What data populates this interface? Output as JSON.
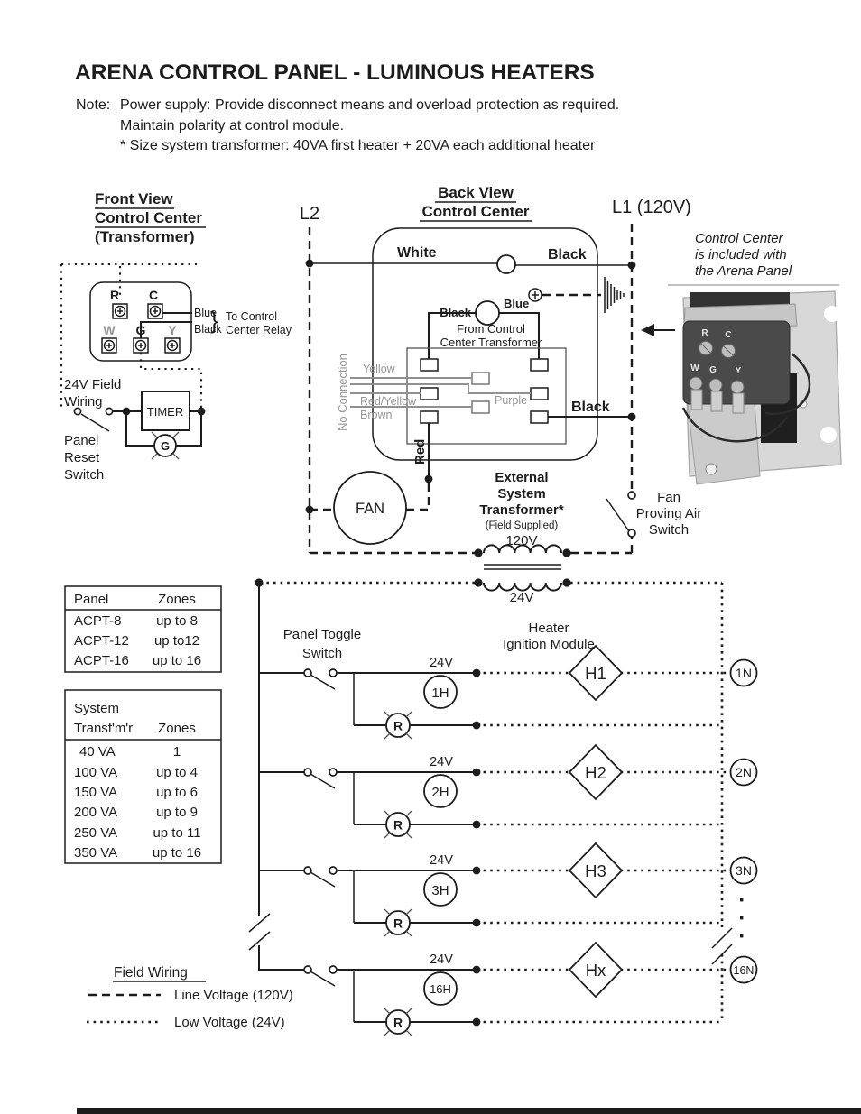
{
  "title": "ARENA CONTROL PANEL - LUMINOUS HEATERS",
  "note": {
    "label": "Note:",
    "lines": [
      "Power supply: Provide disconnect means and overload protection as required.",
      "Maintain polarity at control module.",
      "* Size system transformer:   40VA first heater + 20VA each additional heater"
    ]
  },
  "front_view": {
    "title_line1": "Front View",
    "title_line2": "Control Center",
    "title_line3": "(Transformer)",
    "terminal_r": "R",
    "terminal_c": "C",
    "terminal_w": "W",
    "terminal_g": "G",
    "terminal_y": "Y",
    "wire_blue": "Blue",
    "wire_black": "Black",
    "brace": "}",
    "relay_note_line1": "To Control",
    "relay_note_line2": "Center Relay",
    "field_wiring_line1": "24V Field",
    "field_wiring_line2": "Wiring",
    "reset_line1": "Panel",
    "reset_line2": "Reset",
    "reset_line3": "Switch",
    "timer_label": "TIMER",
    "lamp_label": "G"
  },
  "back_view": {
    "title_line1": "Back View",
    "title_line2": "Control Center",
    "l2_label": "L2",
    "l1_label": "L1 (120V)",
    "wire_white": "White",
    "wire_black_top": "Black",
    "wire_black_inner": "Black",
    "wire_blue_inner": "Blue",
    "from_label_line1": "From Control",
    "from_label_line2": "Center Transformer",
    "no_connection": "No Connection",
    "wire_yellow": "Yellow",
    "wire_red_yellow": "Red/Yellow",
    "wire_brown": "Brown",
    "wire_purple": "Purple",
    "wire_black_right": "Black",
    "wire_red": "Red",
    "fan_label": "FAN"
  },
  "photo": {
    "caption_line1": "Control Center",
    "caption_line2": "is included with",
    "caption_line3": "the Arena Panel",
    "terminal_r": "R",
    "terminal_c": "C",
    "terminal_w": "W",
    "terminal_g": "G",
    "terminal_y": "Y"
  },
  "external_transformer": {
    "title_line1": "External",
    "title_line2": "System",
    "title_line3": "Transformer*",
    "subtitle": "(Field Supplied)",
    "primary_label": "120V",
    "secondary_label": "24V"
  },
  "fan_switch": {
    "line1": "Fan",
    "line2": "Proving Air",
    "line3": "Switch"
  },
  "panel_table": {
    "col1_header": "Panel",
    "col2_header": "Zones",
    "rows": [
      [
        "ACPT-8",
        "up to 8"
      ],
      [
        "ACPT-12",
        "up to12"
      ],
      [
        "ACPT-16",
        "up to 16"
      ]
    ]
  },
  "transformer_table": {
    "header_line1": "System",
    "header_line2": "Transf'm'r",
    "col2_header": "Zones",
    "rows": [
      [
        "40 VA",
        "1"
      ],
      [
        "100 VA",
        "up to 4"
      ],
      [
        "150 VA",
        "up to 6"
      ],
      [
        "200 VA",
        "up to 9"
      ],
      [
        "250 VA",
        "up to 11"
      ],
      [
        "350 VA",
        "up to 16"
      ]
    ]
  },
  "zones_section": {
    "toggle_line1": "Panel Toggle",
    "toggle_line2": "Switch",
    "module_line1": "Heater",
    "module_line2": "Ignition Module",
    "zones": [
      {
        "voltage": "24V",
        "lamp": "1H",
        "module": "H1",
        "neutral": "1N",
        "relay": "R"
      },
      {
        "voltage": "24V",
        "lamp": "2H",
        "module": "H2",
        "neutral": "2N",
        "relay": "R"
      },
      {
        "voltage": "24V",
        "lamp": "3H",
        "module": "H3",
        "neutral": "3N",
        "relay": "R"
      },
      {
        "voltage": "24V",
        "lamp": "16H",
        "module": "Hx",
        "neutral": "16N",
        "relay": "R"
      }
    ]
  },
  "legend": {
    "title": "Field Wiring",
    "line_voltage": "Line Voltage (120V)",
    "low_voltage": "Low Voltage (24V)"
  }
}
